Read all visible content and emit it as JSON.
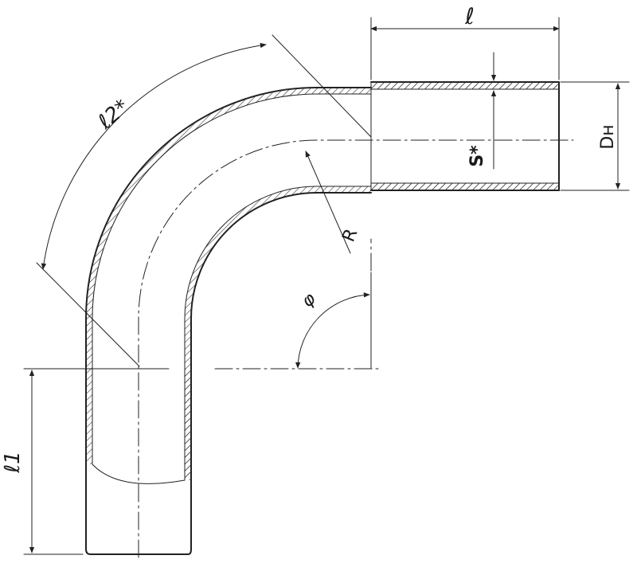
{
  "labels": {
    "length_straight": "ℓ",
    "length_arc": "ℓ2*",
    "wall_thickness": "S*",
    "outer_diameter": "Dн",
    "radius": "R",
    "angle": "φ",
    "length_bottom": "ℓ1"
  },
  "colors": {
    "line": "#222222",
    "background": "#ffffff"
  }
}
